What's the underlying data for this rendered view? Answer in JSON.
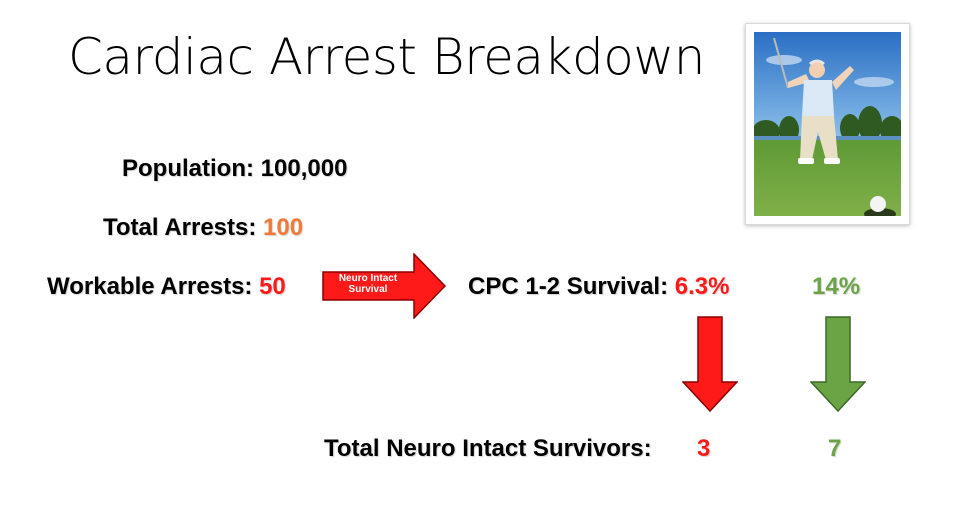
{
  "title": "Cardiac Arrest Breakdown",
  "population": {
    "label": "Population:",
    "value": "100,000"
  },
  "total_arrests": {
    "label": "Total Arrests:",
    "value": "100"
  },
  "workable_arrests": {
    "label": "Workable Arrests:",
    "value": "50"
  },
  "arrow_label": {
    "line1": "Neuro Intact",
    "line2": "Survival"
  },
  "cpc_survival": {
    "label": "CPC 1-2 Survival:",
    "value_current": "6.3%",
    "value_target": "14%"
  },
  "survivors": {
    "label": "Total Neuro Intact Survivors:",
    "value_current": "3",
    "value_target": "7"
  },
  "colors": {
    "red": "#ff1a1a",
    "orange": "#ef7b3b",
    "green": "#6aa445",
    "sky": "#3a86d6",
    "grass": "#6fa03c"
  },
  "photo": {
    "subject": "elderly-golfer-celebrating"
  }
}
